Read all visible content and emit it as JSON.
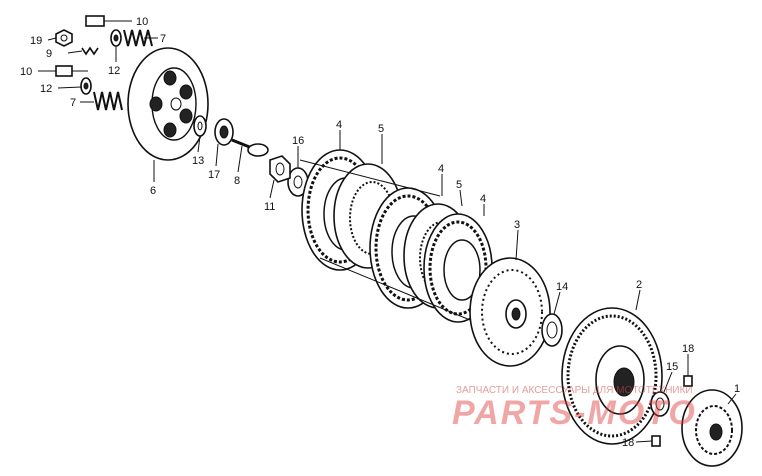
{
  "callouts": {
    "c10a": "10",
    "c19": "19",
    "c7a": "7",
    "c9": "9",
    "c12a": "12",
    "c10b": "10",
    "c12b": "12",
    "c7b": "7",
    "c6": "6",
    "c13": "13",
    "c17": "17",
    "c8": "8",
    "c16": "16",
    "c11": "11",
    "c4a": "4",
    "c5a": "5",
    "c4b": "4",
    "c5b": "5",
    "c4c": "4",
    "c3": "3",
    "c14": "14",
    "c2": "2",
    "c18a": "18",
    "c15": "15",
    "c1": "1",
    "c18b": "18"
  },
  "watermark": {
    "caption": "ЗАПЧАСТИ И АКСЕССУАРЫ ДЛЯ МОТОТЕХНИКИ",
    "brand": "PARTS-MOTO"
  }
}
